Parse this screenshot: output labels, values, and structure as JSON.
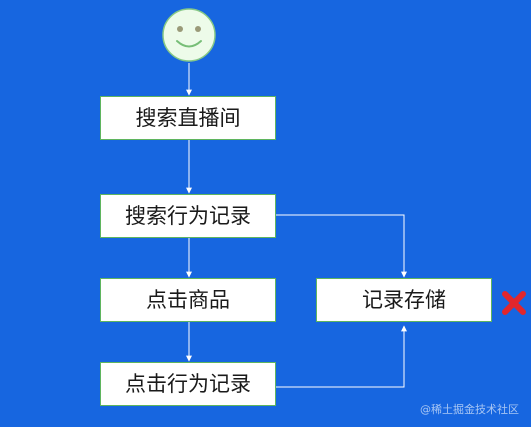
{
  "diagram": {
    "nodes": {
      "search_live": "搜索直播间",
      "search_log": "搜索行为记录",
      "click_item": "点击商品",
      "click_log": "点击行为记录",
      "store_log": "记录存储"
    },
    "start_icon": "smiley-face-icon",
    "error_icon": "red-x-icon",
    "watermark": "@稀土掘金技术社区"
  },
  "colors": {
    "background": "#1766e0",
    "node_fill": "#ffffff",
    "node_border": "#5fb55f",
    "face_fill": "#edfbe9",
    "face_stroke": "#86c886",
    "arrow": "#ffffff",
    "x_mark": "#e1262c"
  }
}
